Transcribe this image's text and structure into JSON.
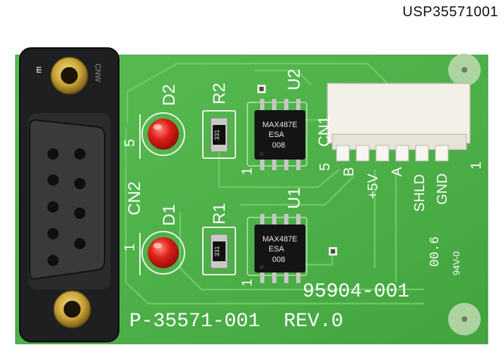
{
  "caption": "USP35571001",
  "board": {
    "pcb_color": "#4fb34a",
    "trace_color": "#6fcf63",
    "footer_text": "P-35571-001  REV.0",
    "board_number": "95904-001",
    "date_code": "00.6",
    "ul_mark": "94V-0",
    "refdes": {
      "d1": "D1",
      "d2": "D2",
      "r1": "R1",
      "r2": "R2",
      "u1": "U1",
      "u2": "U2",
      "cn1": "CN1",
      "cn2": "CN2"
    },
    "pin_marks": {
      "five_top": "5",
      "one_left": "1",
      "one_u2": "1",
      "one_u1": "1",
      "five_cn1": "5",
      "one_cn1": "1"
    },
    "connector_labels": [
      "B",
      "+5V",
      "A",
      "SHLD",
      "GND"
    ],
    "resistor_value": "331",
    "chip": {
      "line1": "MAX487E",
      "line2": "ESA",
      "line3": "008"
    },
    "db9": {
      "nut_text_left": "ш",
      "nut_text_right": "CNW"
    }
  }
}
